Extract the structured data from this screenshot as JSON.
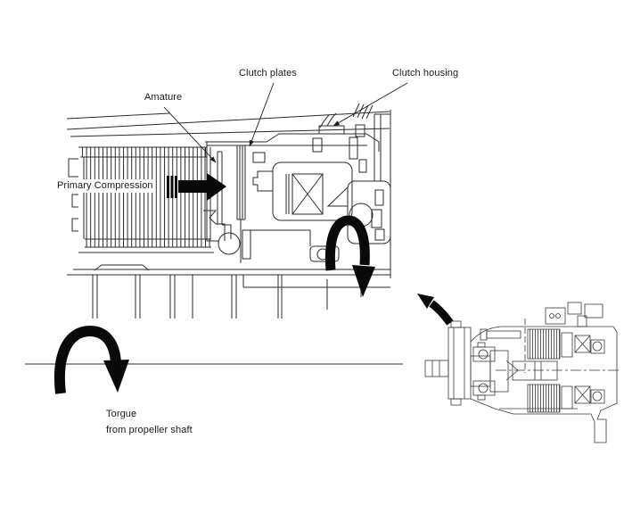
{
  "diagram": {
    "labels": {
      "amature": "Amature",
      "clutch_plates": "Clutch plates",
      "clutch_housing": "Clutch housing",
      "primary_compression": "Primary Compression",
      "torque_line_1": "Torgue",
      "torque_line_2": "from propeller shaft"
    },
    "colors": {
      "background": "#ffffff",
      "line_ink": "#2b2b2b",
      "arrow_black": "#0a0a0a",
      "text": "#1a1a1a"
    },
    "icon_names": [
      "compression-arrow-icon",
      "rotation-arrow-clutch-icon",
      "rotation-arrow-shaft-icon",
      "inset-pointer-arrow-icon"
    ]
  }
}
